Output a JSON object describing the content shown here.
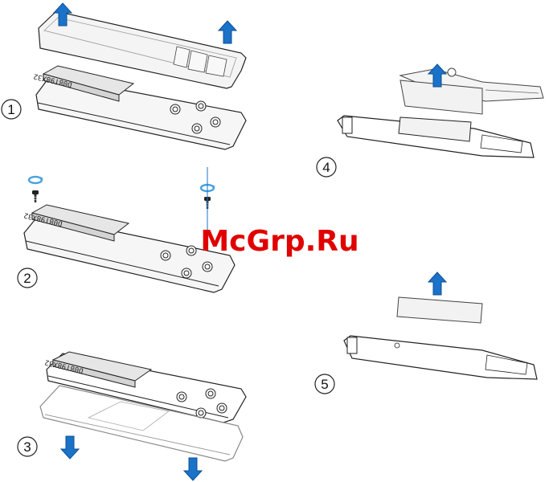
{
  "steps": [
    "1",
    "2",
    "3",
    "4",
    "5"
  ],
  "chip_label": "D08T98X32",
  "watermark": "McGrp.Ru",
  "colors": {
    "arrow": "#1a73c8",
    "arrow_edge": "#0d4f94",
    "line": "#222222",
    "case_fill": "#f4f4f4",
    "board_fill": "#ffffff",
    "chip_fill": "#e6e6e6",
    "battery_fill": "#f2f2f2",
    "watermark": "#e00000"
  },
  "icons": [
    "arrow-up-icon",
    "arrow-down-icon",
    "screw-icon",
    "screw-turn-icon"
  ]
}
